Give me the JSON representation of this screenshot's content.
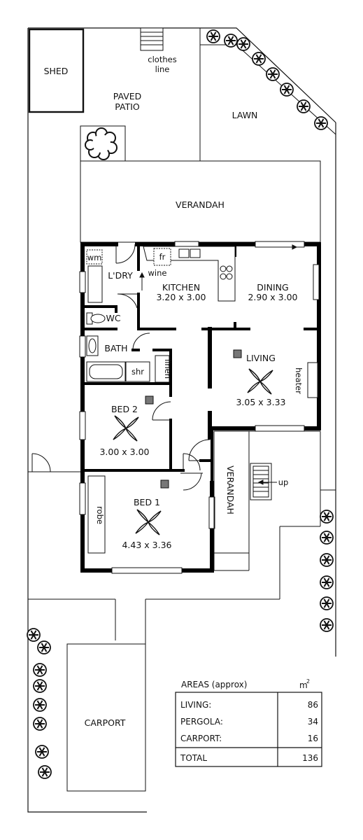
{
  "labels": {
    "shed": "SHED",
    "clothes_line_1": "clothes",
    "clothes_line_2": "line",
    "paved_patio_1": "PAVED",
    "paved_patio_2": "PATIO",
    "lawn": "LAWN",
    "verandah_rear": "VERANDAH",
    "wm": "wm",
    "fr": "fr",
    "wine": "wine",
    "laundry": "L'DRY",
    "kitchen": "KITCHEN",
    "kitchen_dim": "3.20 x 3.00",
    "dining": "DINING",
    "dining_dim": "2.90 x 3.00",
    "wc": "WC",
    "bath": "BATH",
    "shr": "shr",
    "linen": "linen",
    "living": "LIVING",
    "living_dim": "3.05 x 3.33",
    "heater": "heater",
    "bed2": "BED 2",
    "bed2_dim": "3.00 x 3.00",
    "verandah_front": "VERANDAH",
    "up": "up",
    "bed1": "BED 1",
    "bed1_dim": "4.43 x 3.36",
    "robe": "robe",
    "carport": "CARPORT"
  },
  "areas": {
    "title": "AREAS (approx)",
    "unit": "m",
    "unit_sup": "2",
    "rows": [
      {
        "label": "LIVING:",
        "value": "86"
      },
      {
        "label": "PERGOLA:",
        "value": "34"
      },
      {
        "label": "CARPORT:",
        "value": "16"
      }
    ],
    "total_label": "TOTAL",
    "total_value": "136"
  },
  "icons": [
    "shrub-icon",
    "tree-icon",
    "ceiling-fan-icon",
    "vent-icon",
    "arrow-icon"
  ]
}
